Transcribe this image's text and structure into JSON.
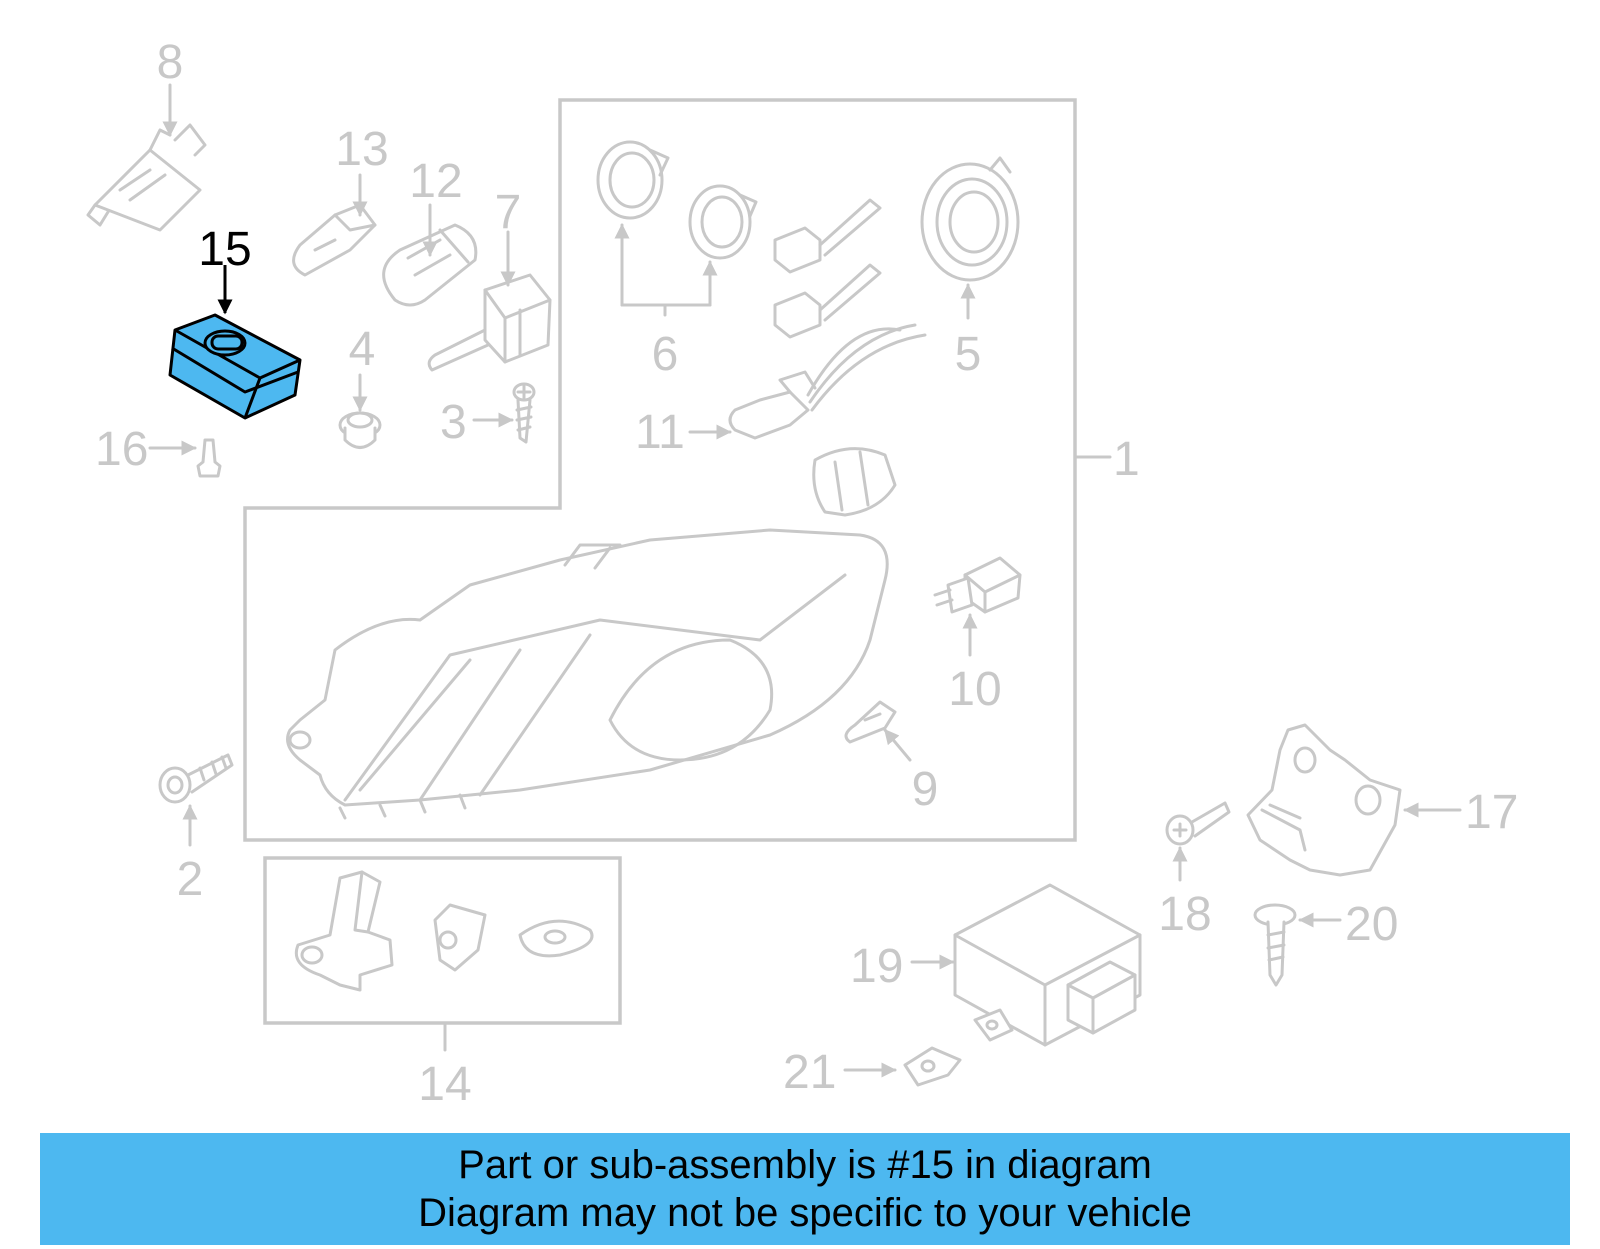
{
  "callouts": {
    "c1": "1",
    "c2": "2",
    "c3": "3",
    "c4": "4",
    "c5": "5",
    "c6": "6",
    "c7": "7",
    "c8": "8",
    "c9": "9",
    "c10": "10",
    "c11": "11",
    "c12": "12",
    "c13": "13",
    "c14": "14",
    "c15": "15",
    "c16": "16",
    "c17": "17",
    "c18": "18",
    "c19": "19",
    "c20": "20",
    "c21": "21"
  },
  "highlight": {
    "part": "15",
    "color": "#4db8f0"
  },
  "banner": {
    "line1": "Part or sub-assembly is #15 in diagram",
    "line2": "Diagram may not be specific to your vehicle",
    "color": "#4db8f0"
  }
}
